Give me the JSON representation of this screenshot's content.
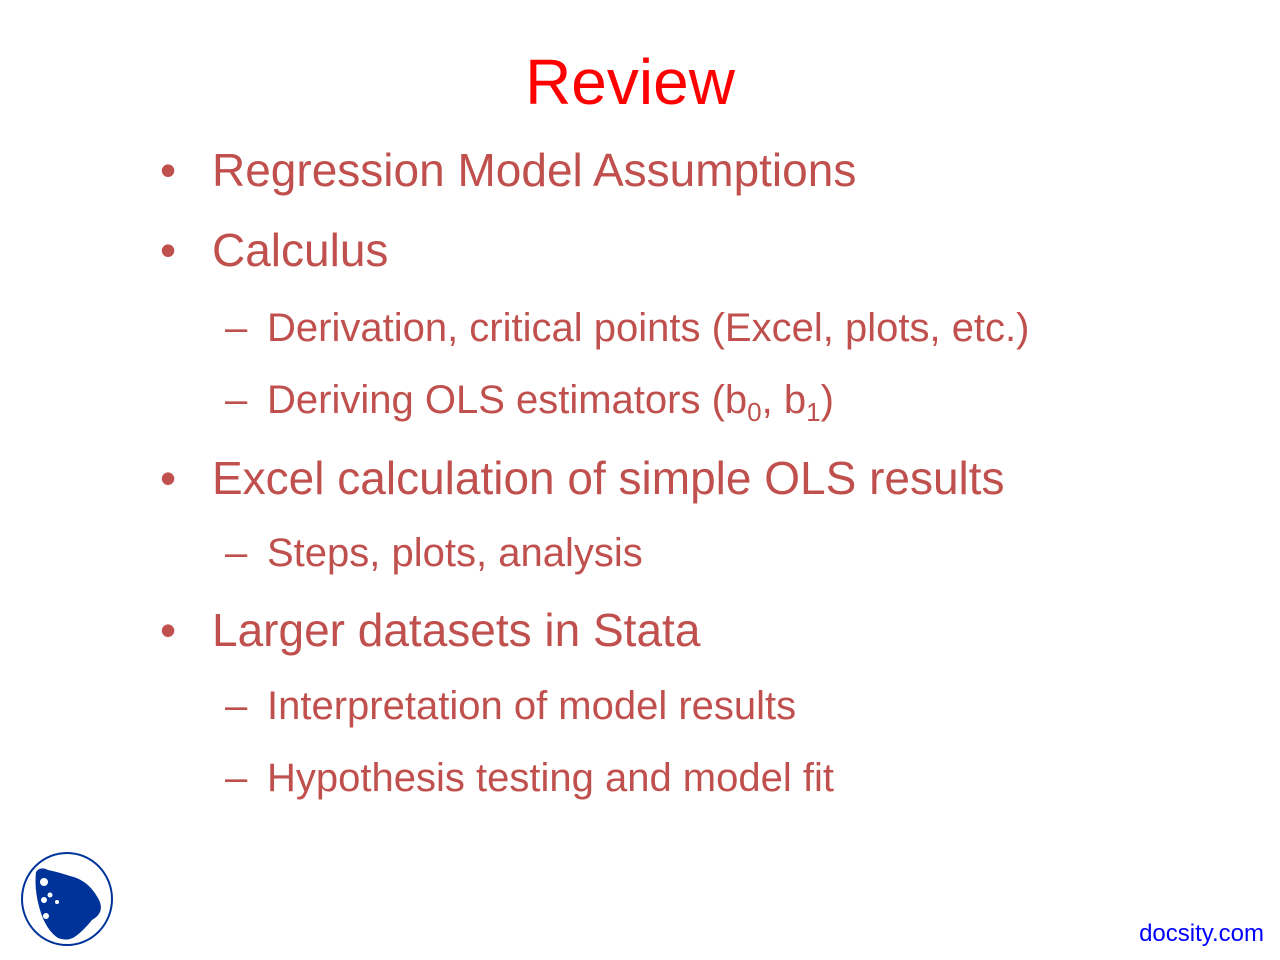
{
  "slide": {
    "title": "Review",
    "items": [
      {
        "level": 1,
        "marker": "•",
        "text": "Regression Model Assumptions"
      },
      {
        "level": 1,
        "marker": "•",
        "text": "Calculus"
      },
      {
        "level": 2,
        "marker": "–",
        "text": "Derivation, critical points (Excel, plots, etc.)"
      },
      {
        "level": 2,
        "marker": "–",
        "text_pre": "Deriving OLS estimators (b",
        "sub0": "0",
        "mid": ", b",
        "sub1": "1",
        "post": ")"
      },
      {
        "level": 1,
        "marker": "•",
        "text": "Excel calculation of simple OLS results"
      },
      {
        "level": 2,
        "marker": "–",
        "text": "Steps, plots, analysis"
      },
      {
        "level": 1,
        "marker": "•",
        "text": "Larger datasets in Stata"
      },
      {
        "level": 2,
        "marker": "–",
        "text": "Interpretation of model results"
      },
      {
        "level": 2,
        "marker": "–",
        "text": "Hypothesis testing and model fit"
      }
    ]
  },
  "footer": {
    "watermark": "docsity.com",
    "logo_icon": "docsity-logo-icon"
  },
  "colors": {
    "title": "#ff0000",
    "body": "#c0504d",
    "brand": "#003399",
    "link": "#0000ff"
  }
}
